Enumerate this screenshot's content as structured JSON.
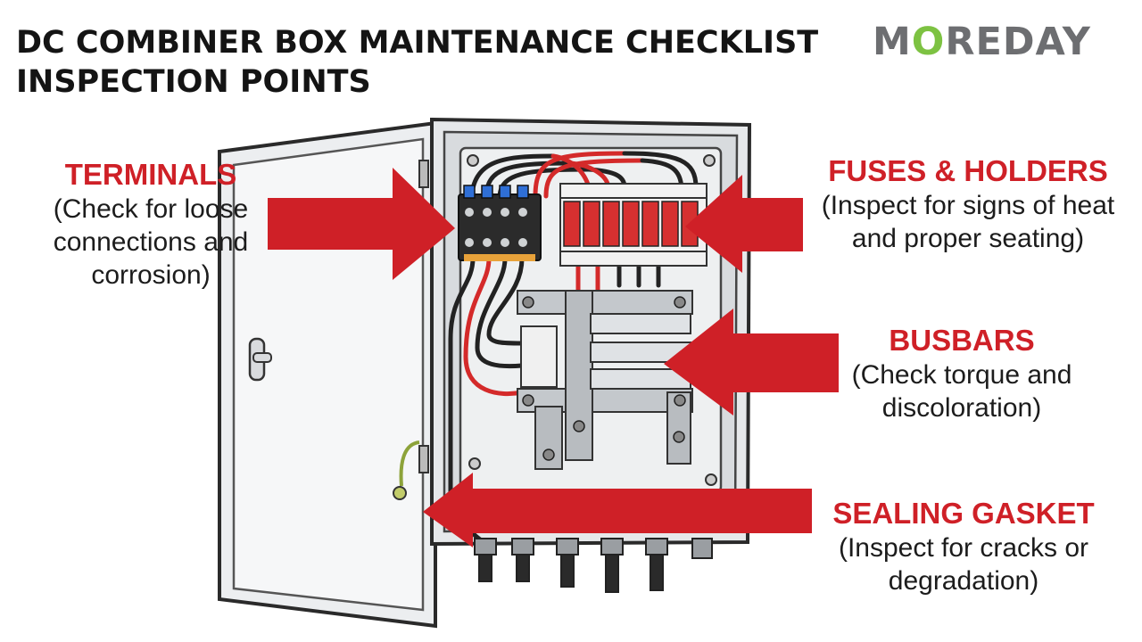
{
  "title": {
    "line1": "DC COMBINER BOX MAINTENANCE CHECKLIST",
    "line2": "INSPECTION POINTS"
  },
  "logo": {
    "text_before": "M",
    "ring": "O",
    "text_after": "REDAY"
  },
  "callouts": {
    "terminals": {
      "heading": "TERMINALS",
      "line1": "(Check for loose",
      "line2": "connections and",
      "line3": "corrosion)"
    },
    "fuses": {
      "heading": "FUSES & HOLDERS",
      "line1": "(Inspect for signs of heat",
      "line2": "and proper seating)"
    },
    "busbars": {
      "heading": "BUSBARS",
      "line1": "(Check torque and",
      "line2": "discoloration)"
    },
    "gasket": {
      "heading": "SEALING GASKET",
      "line1": "(Inspect for cracks or",
      "line2": "degradation)"
    }
  },
  "colors": {
    "accent_red": "#cf2027",
    "logo_gray": "#6d6e71",
    "logo_green": "#7dc242",
    "enclosure": "#e6e8ea",
    "outline": "#2a2a2a"
  },
  "icons": [
    "arrow-terminals-icon",
    "arrow-fuses-icon",
    "arrow-busbars-icon",
    "arrow-gasket-icon"
  ]
}
